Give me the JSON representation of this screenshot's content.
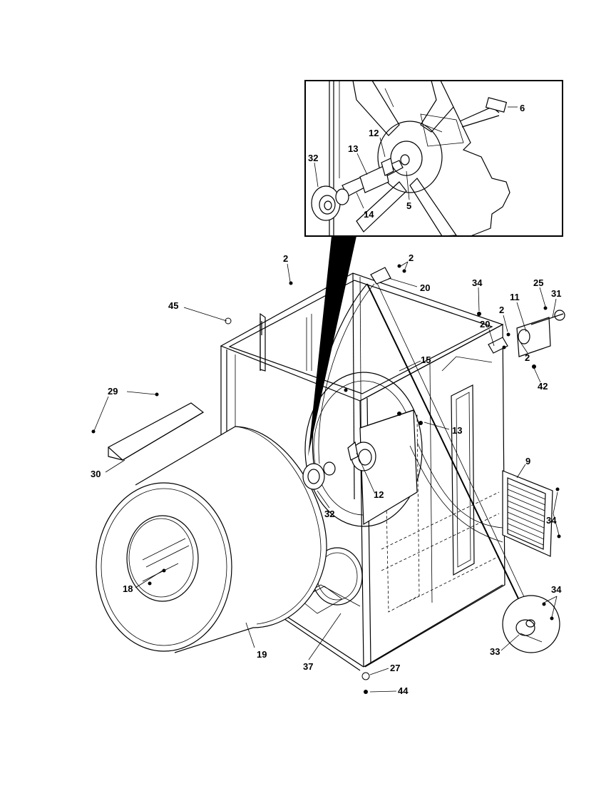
{
  "labels": {
    "inset_6": "6",
    "inset_12": "12",
    "inset_13": "13",
    "inset_32": "32",
    "inset_14": "14",
    "inset_5": "5",
    "top_2": "2",
    "top_2b": "2",
    "label_20a": "20",
    "label_45": "45",
    "label_34_top": "34",
    "label_2_right": "2",
    "label_25": "25",
    "label_11": "11",
    "label_31": "31",
    "label_20b": "20",
    "label_2_right2": "2",
    "label_15": "15",
    "label_42": "42",
    "label_29": "29",
    "label_13": "13",
    "label_9": "9",
    "label_30": "30",
    "label_12": "12",
    "label_32": "32",
    "label_34_mid": "34",
    "label_18": "18",
    "label_34_bot": "34",
    "label_33": "33",
    "label_19": "19",
    "label_37": "37",
    "label_27": "27",
    "label_44": "44"
  }
}
